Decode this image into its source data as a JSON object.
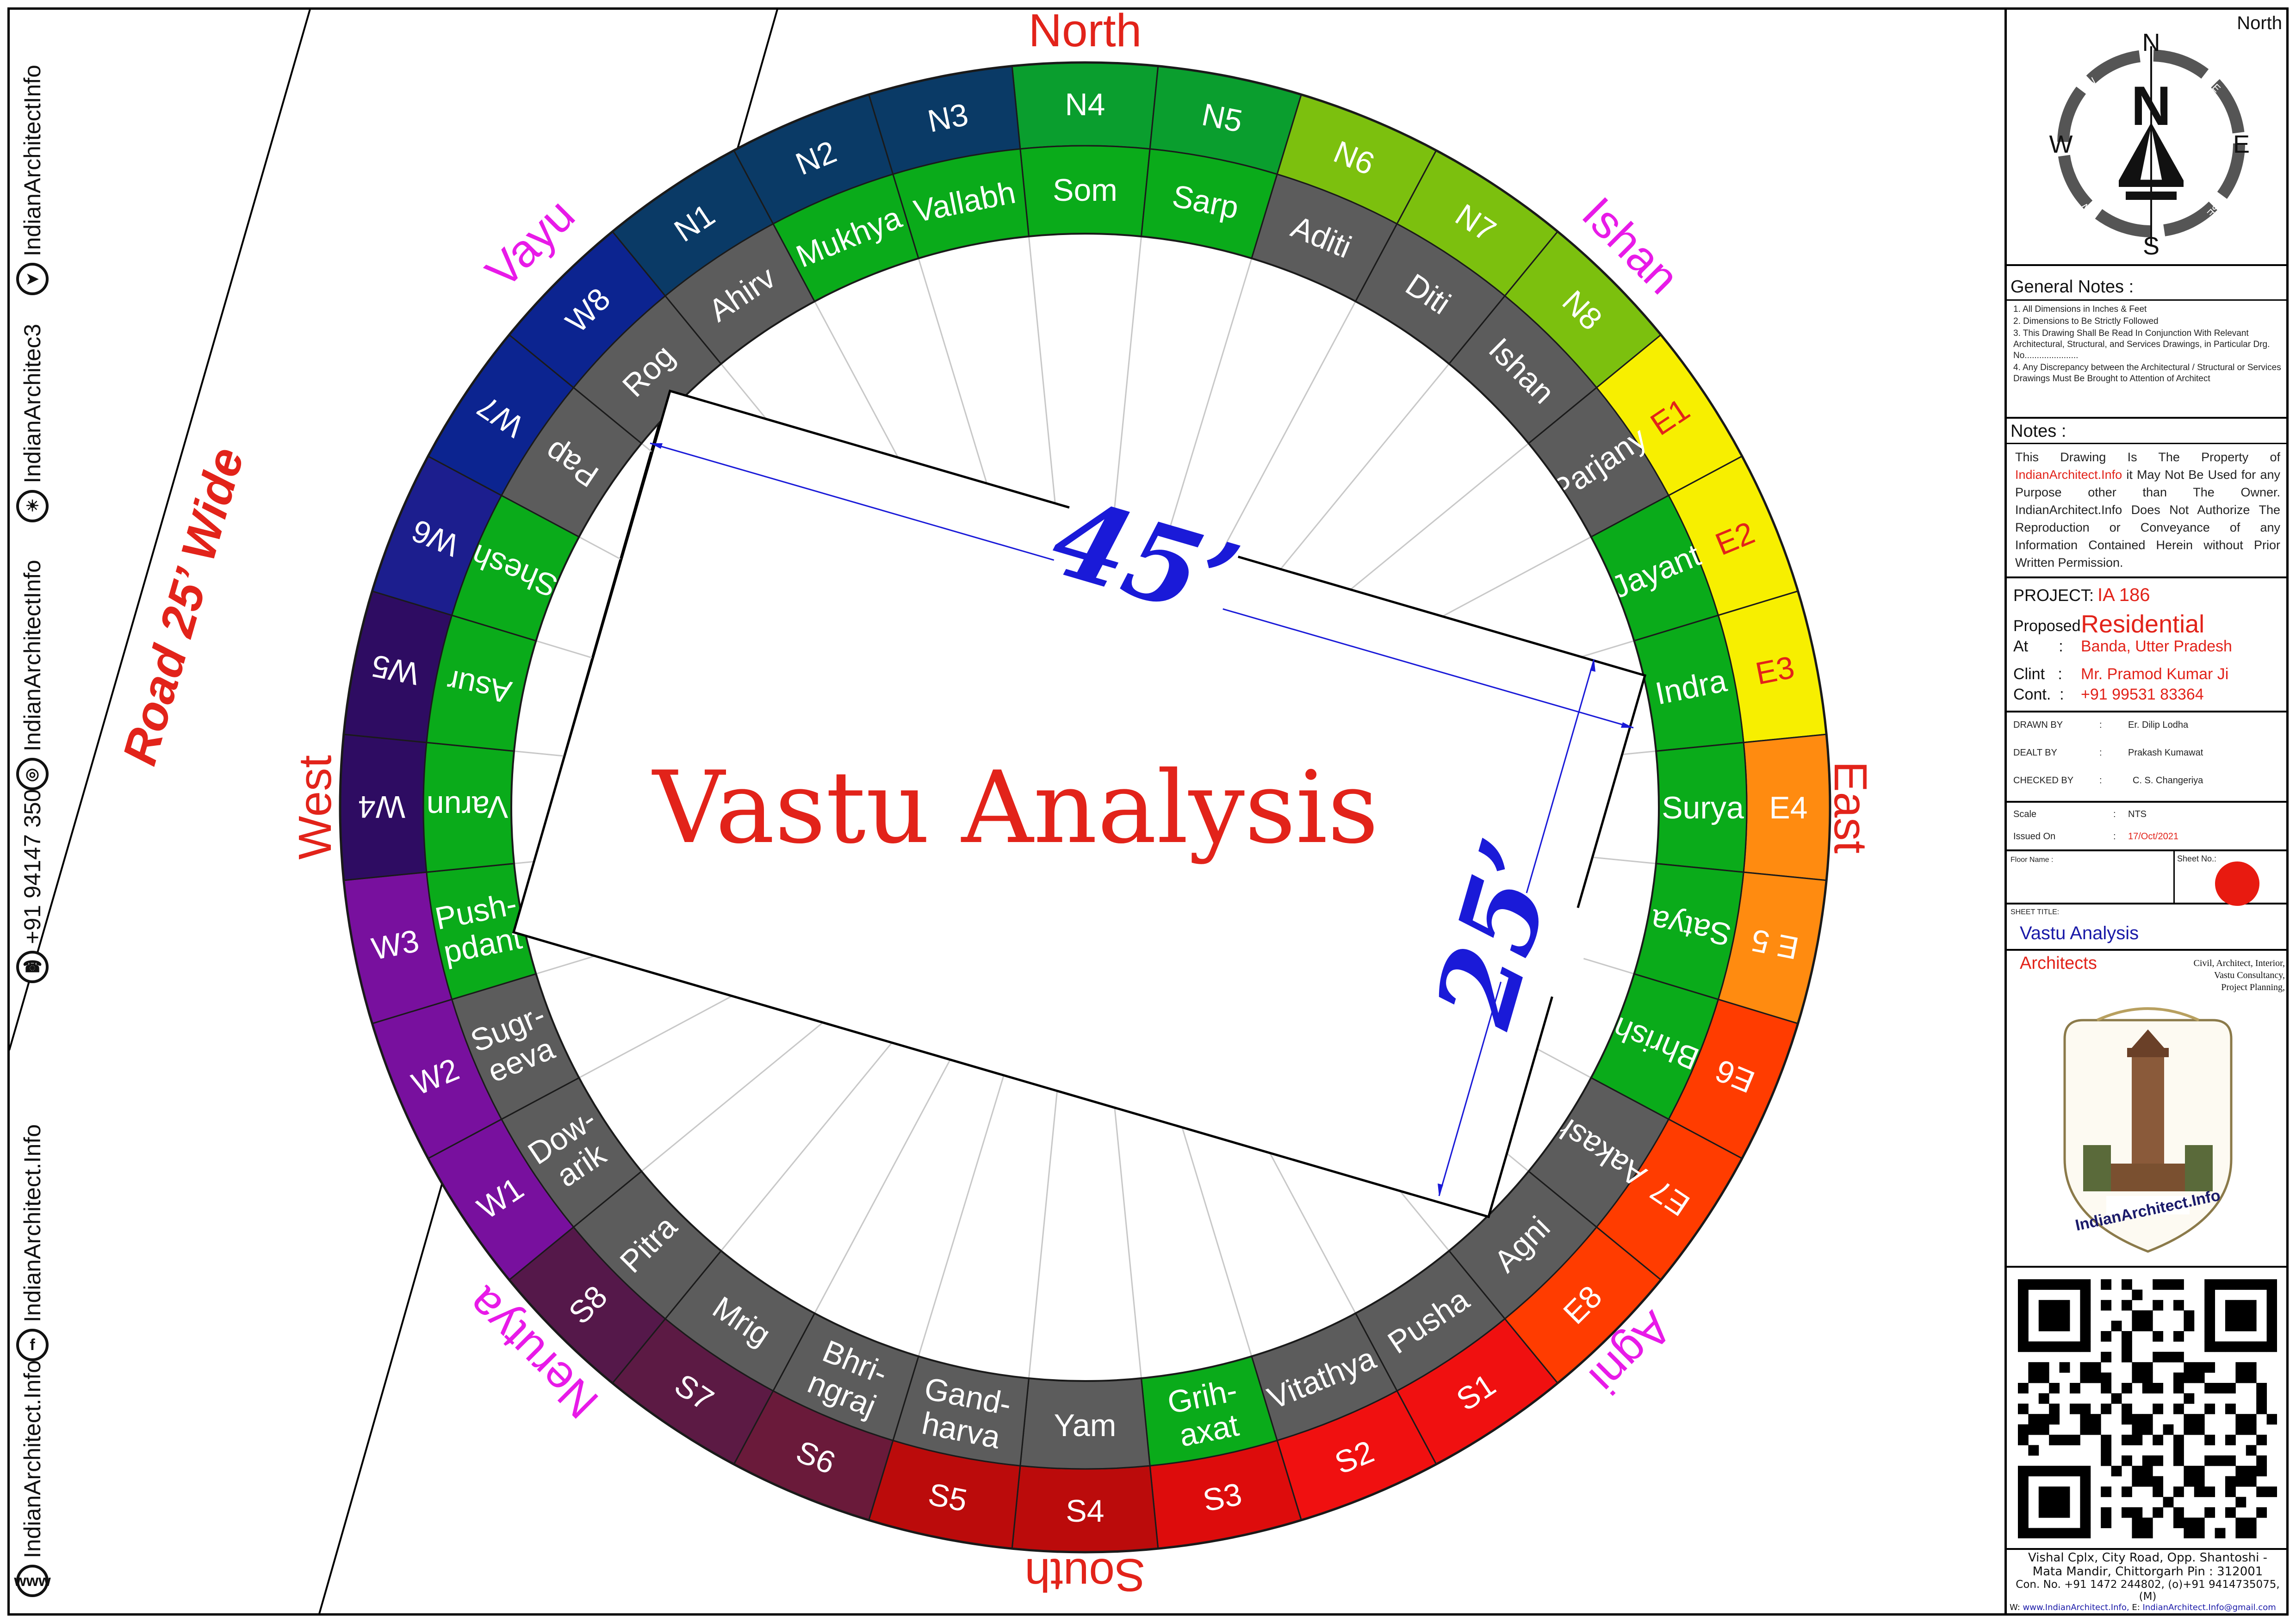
{
  "road": {
    "label": "Road 25’ Wide"
  },
  "center_title": "Vastu Analysis",
  "dimensions": {
    "length": "45’",
    "width": "25’"
  },
  "directions": {
    "north": "North",
    "south": "South",
    "east": "East",
    "west": "West",
    "ishan": "Ishan",
    "agni": "Agni",
    "nerutya": "Nerutya",
    "vayu": "Vayu"
  },
  "outer_sectors": [
    {
      "label": "N4",
      "color": "#0a9e2e"
    },
    {
      "label": "N5",
      "color": "#0a9e2e"
    },
    {
      "label": "N6",
      "color": "#7cc00e"
    },
    {
      "label": "N7",
      "color": "#7cc00e"
    },
    {
      "label": "N8",
      "color": "#7cc00e"
    },
    {
      "label": "E1",
      "color": "#f7ef00"
    },
    {
      "label": "E2",
      "color": "#f7ef00"
    },
    {
      "label": "E3",
      "color": "#f7ef00"
    },
    {
      "label": "E4",
      "color": "#ff8b10"
    },
    {
      "label": "E 5",
      "color": "#ff8b10"
    },
    {
      "label": "E6",
      "color": "#ff3c00"
    },
    {
      "label": "E7",
      "color": "#ff3c00"
    },
    {
      "label": "E8",
      "color": "#ff3c00"
    },
    {
      "label": "S1",
      "color": "#f01010"
    },
    {
      "label": "S2",
      "color": "#f01010"
    },
    {
      "label": "S3",
      "color": "#dd0c0c"
    },
    {
      "label": "S4",
      "color": "#bb0b0b"
    },
    {
      "label": "S5",
      "color": "#bb0b0b"
    },
    {
      "label": "S6",
      "color": "#6a1a3a"
    },
    {
      "label": "S7",
      "color": "#5c1a44"
    },
    {
      "label": "S8",
      "color": "#55184a"
    },
    {
      "label": "W1",
      "color": "#78109e"
    },
    {
      "label": "W2",
      "color": "#78109e"
    },
    {
      "label": "W3",
      "color": "#78109e"
    },
    {
      "label": "W4",
      "color": "#2e0c62"
    },
    {
      "label": "W5",
      "color": "#2e0c62"
    },
    {
      "label": "W6",
      "color": "#1c1e8e"
    },
    {
      "label": "W7",
      "color": "#0c2490"
    },
    {
      "label": "W8",
      "color": "#0c2490"
    },
    {
      "label": "N1",
      "color": "#0a3a66"
    },
    {
      "label": "N2",
      "color": "#0a3a66"
    },
    {
      "label": "N3",
      "color": "#0a3a66"
    }
  ],
  "inner_sectors": [
    {
      "label": "Som",
      "color": "#0aab1a"
    },
    {
      "label": "Sarp",
      "color": "#0aab1a"
    },
    {
      "label": "Aditi",
      "color": "#5c5c5c"
    },
    {
      "label": "Diti",
      "color": "#5c5c5c"
    },
    {
      "label": "Ishan",
      "color": "#5c5c5c"
    },
    {
      "label": "Parjany",
      "color": "#5c5c5c"
    },
    {
      "label": "Jayant",
      "color": "#0aab1a"
    },
    {
      "label": "Indra",
      "color": "#0aab1a"
    },
    {
      "label": "Surya",
      "color": "#0aab1a"
    },
    {
      "label": "Satya",
      "color": "#0aab1a"
    },
    {
      "label": "Bhrish",
      "color": "#0aab1a"
    },
    {
      "label": "Aakash",
      "color": "#5c5c5c"
    },
    {
      "label": "Agni",
      "color": "#5c5c5c"
    },
    {
      "label": "Pusha",
      "color": "#5c5c5c"
    },
    {
      "label": "Vitathya",
      "color": "#5c5c5c"
    },
    {
      "label": "Grih-\naxat",
      "color": "#0aab1a"
    },
    {
      "label": "Yam",
      "color": "#5c5c5c"
    },
    {
      "label": "Gand-\nharva",
      "color": "#5c5c5c"
    },
    {
      "label": "Bhri-\nngraj",
      "color": "#5c5c5c"
    },
    {
      "label": "Mrig",
      "color": "#5c5c5c"
    },
    {
      "label": "Pitra",
      "color": "#5c5c5c"
    },
    {
      "label": "Dow-\narik",
      "color": "#5c5c5c"
    },
    {
      "label": "Sugr-\neeva",
      "color": "#5c5c5c"
    },
    {
      "label": "Push-\npdant",
      "color": "#0aab1a"
    },
    {
      "label": "Varun",
      "color": "#0aab1a"
    },
    {
      "label": "Asur",
      "color": "#0aab1a"
    },
    {
      "label": "Shesh",
      "color": "#0aab1a"
    },
    {
      "label": "Pap",
      "color": "#5c5c5c"
    },
    {
      "label": "Rog",
      "color": "#5c5c5c"
    },
    {
      "label": "Ahirv",
      "color": "#5c5c5c"
    },
    {
      "label": "Mukhya",
      "color": "#0aab1a"
    },
    {
      "label": "Vallabh",
      "color": "#0aab1a"
    }
  ],
  "social": [
    {
      "icon": "www",
      "text": "IndianArchitect.Info"
    },
    {
      "icon": "f",
      "text": "IndianArchitect.Info"
    },
    {
      "icon": "☎",
      "text": "+91 94147 35075"
    },
    {
      "icon": "◎",
      "text": "IndianArchitectInfo"
    },
    {
      "icon": "☀",
      "text": "IndianArchitec3"
    },
    {
      "icon": "➤",
      "text": "IndianArchitectInfo"
    }
  ],
  "title_block": {
    "compass": {
      "caption": "North",
      "n": "N",
      "s": "S",
      "e": "E",
      "w": "W",
      "ne": "NE",
      "nw": "NW",
      "se": "SE",
      "sw": "SW"
    },
    "general_notes_title": "General Notes :",
    "general_notes": [
      "1.  All Dimensions in Inches & Feet",
      "2.  Dimensions to Be Strictly Followed",
      "3.  This Drawing Shall Be Read In Conjunction With Relevant Architectural, Structural, and Services Drawings, in Particular Drg. No......................",
      "4.  Any Discrepancy between the Architectural / Structural or Services Drawings Must Be Brought to Attention of Architect"
    ],
    "notes_title": "Notes :",
    "notes_pre": "This Drawing Is The Property of ",
    "notes_link": "IndianArchitect.Info",
    "notes_post": " it May Not Be Used for any Purpose other than The Owner. IndianArchitect.Info Does Not Authorize The Reproduction or Conveyance of any Information Contained Herein without Prior Written Permission.",
    "project_label": "PROJECT:",
    "project_value": "IA 186",
    "proposed_label": "Proposed",
    "proposed_value": "Residential",
    "at_label": "At       :",
    "at_value": "Banda, Utter Pradesh",
    "client_label": "Clint   :",
    "client_value": "Mr. Pramod Kumar Ji",
    "contact_label": "Cont.  :",
    "contact_value": "+91 99531 83364",
    "drawn_label": "DRAWN BY",
    "drawn_value": "Er. Dilip Lodha",
    "dealt_label": "DEALT BY",
    "dealt_value": "Prakash Kumawat",
    "checked_label": "CHECKED BY",
    "checked_value": "C. S. Changeriya",
    "colon": ":",
    "scale_label": "Scale",
    "scale_value": "NTS",
    "issued_label": "Issued On",
    "issued_value": "17/Oct/2021",
    "floor_label": "Floor Name :",
    "sheet_no_label": "Sheet No.:",
    "sheet_title_label": "SHEET TITLE:",
    "sheet_title_value": "Vastu Analysis",
    "architects_label": "Architects",
    "services_1": "Civil, Architect, Interior,",
    "services_2": "Vastu Consultancy,",
    "services_3": "Project Planning,",
    "logo_text": "IndianArchitect.Info",
    "address_1": "Vishal Cplx, City Road, Opp. Shantoshi -",
    "address_2": "Mata Mandir, Chittorgarh Pin : 312001",
    "address_3": "Con. No. +91 1472 244802, (o)+91 9414735075, (M)",
    "address_w_label": "W:",
    "address_w": "www.IndianArchitect.Info,",
    "address_e_label": "E:",
    "address_e": "IndianArchitect.Info@gmail.com"
  }
}
